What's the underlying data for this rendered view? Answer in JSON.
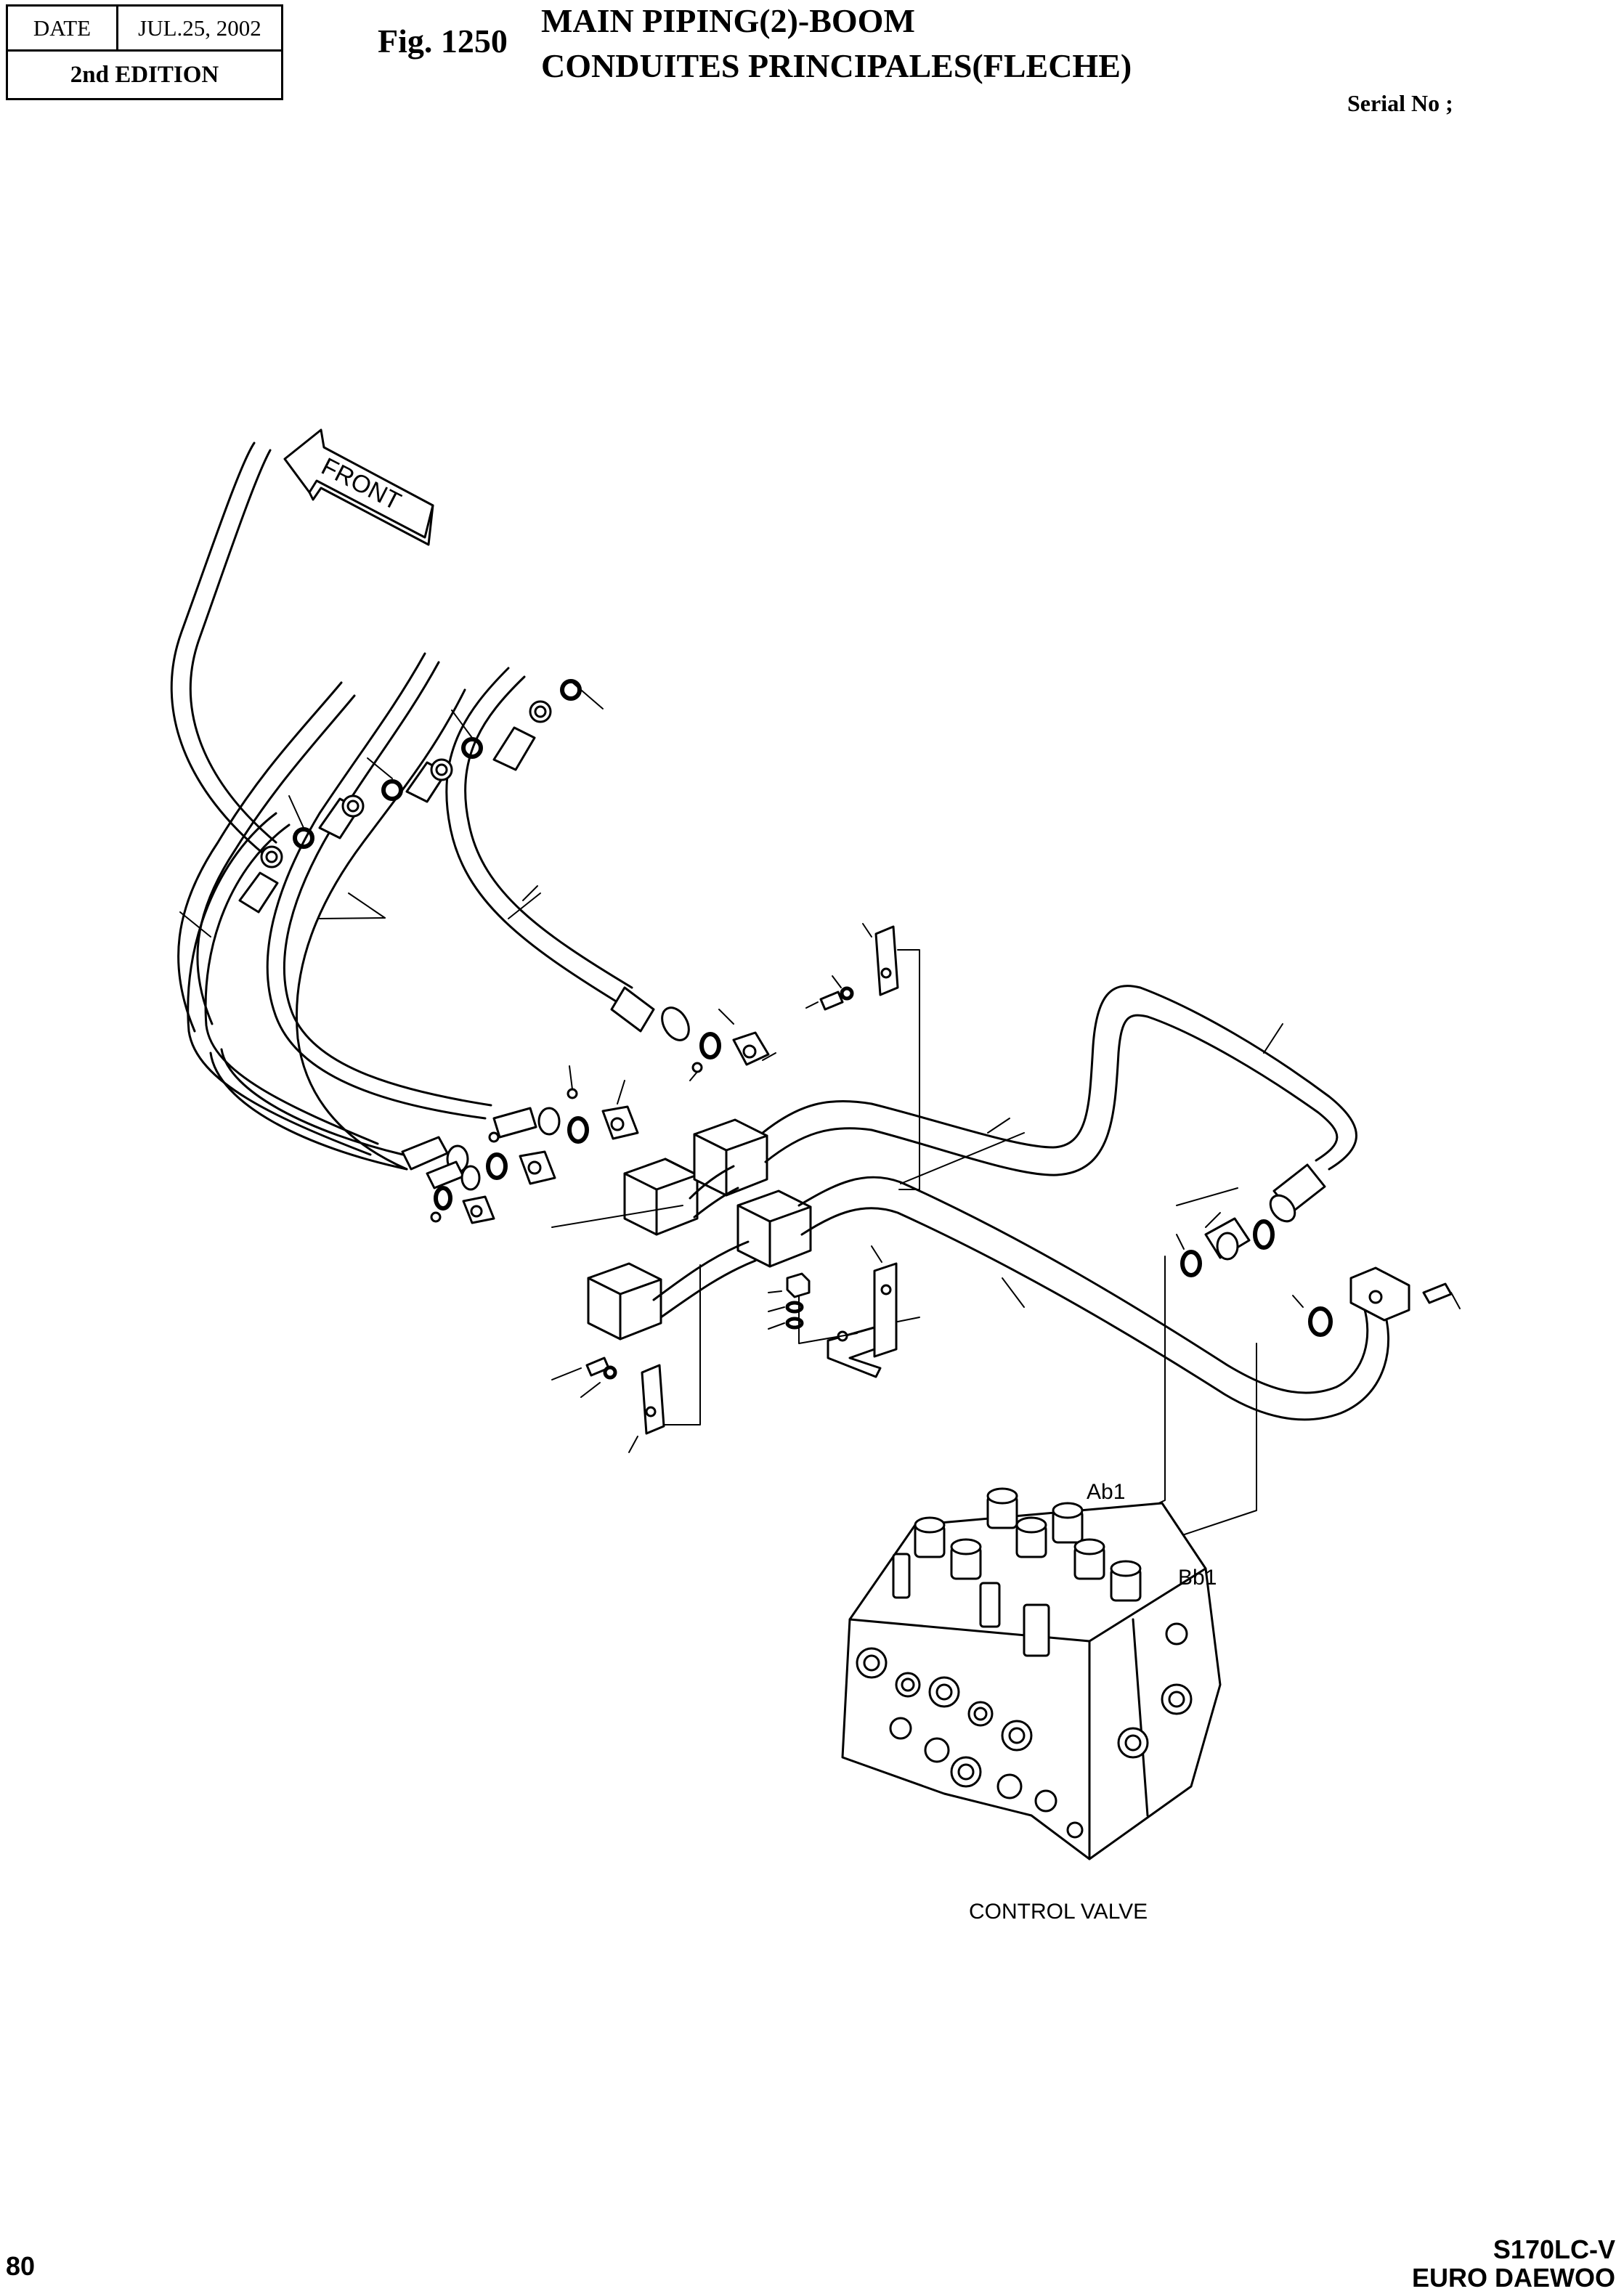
{
  "header": {
    "date_label": "DATE",
    "date_value": "JUL.25, 2002",
    "edition": "2nd EDITION",
    "fig_label": "Fig. 1250",
    "title_en": "MAIN PIPING(2)-BOOM",
    "title_fr": "CONDUITES PRINCIPALES(FLECHE)",
    "serial": "Serial No ;"
  },
  "diagram": {
    "front_arrow": "FRONT",
    "port_ab1": "Ab1",
    "port_bb1": "Bb1",
    "component": "CONTROL VALVE"
  },
  "footer": {
    "page_number": "80",
    "model_line1": "S170LC-V",
    "model_line2": "EURO DAEWOO"
  }
}
